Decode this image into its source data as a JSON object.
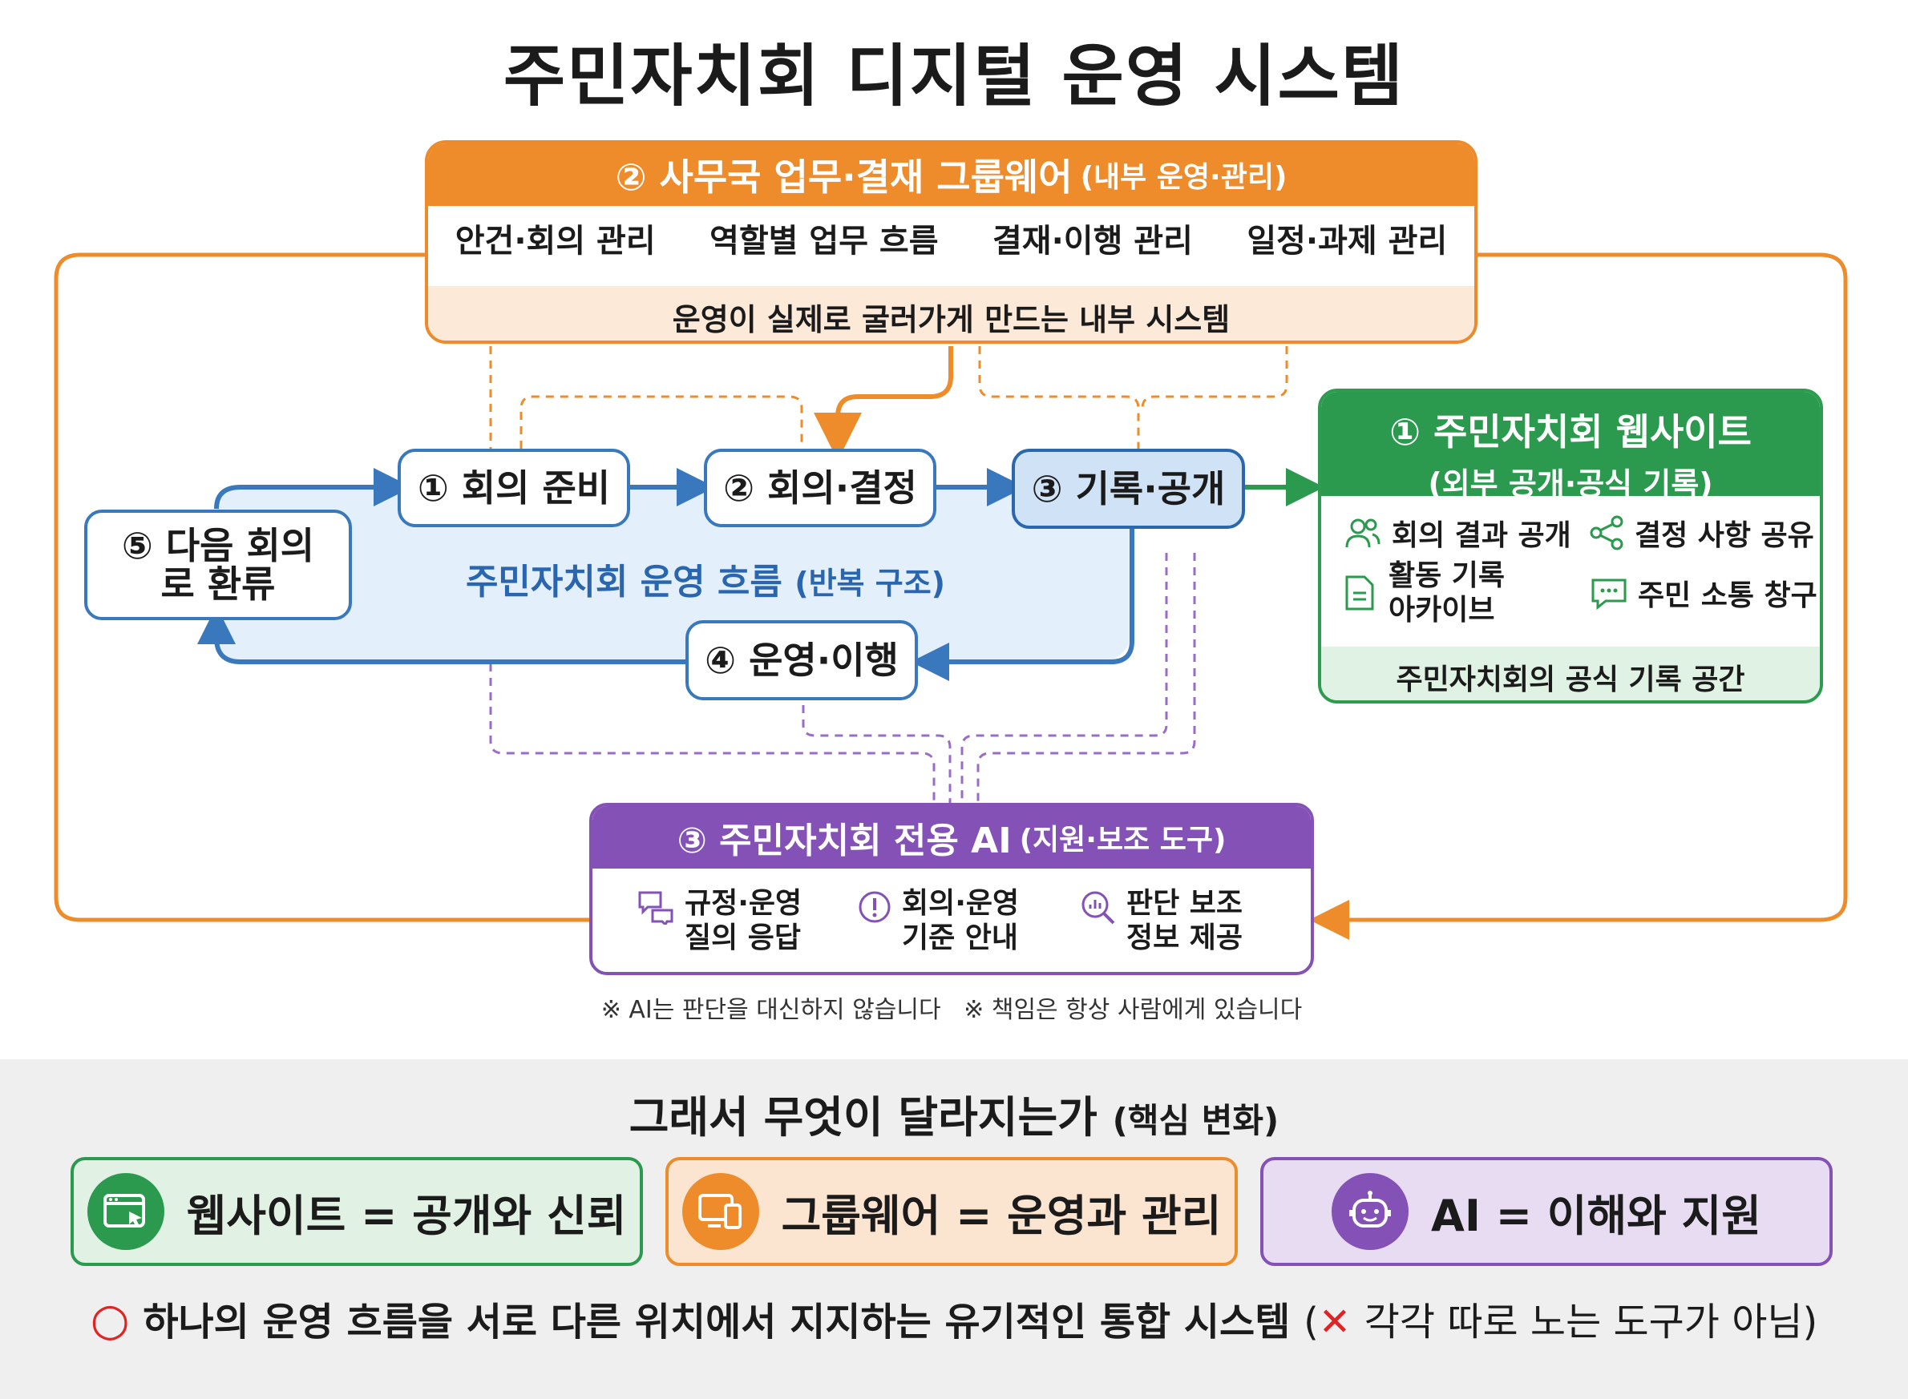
{
  "title": "주민자치회 디지털 운영 시스템",
  "groupware": {
    "header": "② 사무국 업무·결재 그룹웨어",
    "header_sub": "(내부 운영·관리)",
    "items": [
      "안건·회의 관리",
      "역할별 업무 흐름",
      "결재·이행 관리",
      "일정·과제 관리"
    ],
    "footer": "운영이 실제로 굴러가게 만드는 내부 시스템"
  },
  "website": {
    "header": "① 주민자치회 웹사이트",
    "header_sub": "(외부 공개·공식 기록)",
    "items": [
      {
        "icon": "users-icon",
        "label": "회의 결과 공개"
      },
      {
        "icon": "share-icon",
        "label": "결정 사항 공유"
      },
      {
        "icon": "document-icon",
        "label": "활동 기록 아카이브"
      },
      {
        "icon": "chat-icon",
        "label": "주민 소통 창구"
      }
    ],
    "footer": "주민자치회의 공식 기록 공간"
  },
  "flow": {
    "label": "주민자치회 운영 흐름",
    "label_sub": "(반복 구조)",
    "steps": [
      "① 회의 준비",
      "② 회의·결정",
      "③ 기록·공개",
      "④ 운영·이행",
      "⑤ 다음 회의로 환류"
    ]
  },
  "ai": {
    "header": "③ 주민자치회 전용 AI",
    "header_sub": "(지원·보조 도구)",
    "items": [
      {
        "icon": "chat-bubbles-icon",
        "label_1": "규정·운영",
        "label_2": "질의 응답"
      },
      {
        "icon": "alert-icon",
        "label_1": "회의·운영",
        "label_2": "기준 안내"
      },
      {
        "icon": "search-chart-icon",
        "label_1": "판단 보조",
        "label_2": "정보 제공"
      }
    ],
    "note": "※ AI는 판단을 대신하지 않습니다   ※ 책임은 항상 사람에게 있습니다"
  },
  "bottom": {
    "question": "그래서 무엇이 달라지는가",
    "question_sub": "(핵심 변화)",
    "cards": [
      {
        "label": "웹사이트 = 공개와 신뢰",
        "icon": "browser-icon",
        "color": "#2b9a4e"
      },
      {
        "label": "그룹웨어 = 운영과 관리",
        "icon": "devices-icon",
        "color": "#ee8b2b"
      },
      {
        "label": "AI = 이해와 지원",
        "icon": "robot-icon",
        "color": "#8452b6"
      }
    ],
    "summary_mark": "○",
    "summary": "하나의 운영 흐름을 서로 다른 위치에서 지지하는 유기적인 통합 시스템",
    "summary_paren_open": "(",
    "summary_x": "✕",
    "summary_note": "각각 따로 노는 도구가 아님",
    "summary_paren_close": ")"
  },
  "colors": {
    "orange": "#ee8b2b",
    "green": "#2b9a4e",
    "blue": "#3a78be",
    "purple": "#8452b6"
  }
}
